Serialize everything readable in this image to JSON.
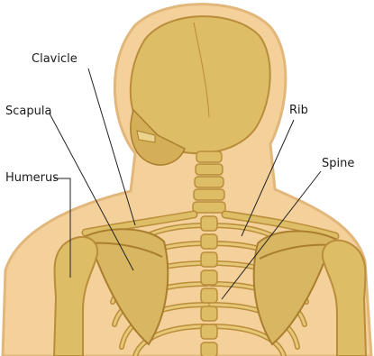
{
  "labels": {
    "clavicle": "Clavicle",
    "scapula": "Scapula",
    "humerus": "Humerus",
    "rib": "Rib",
    "spine": "Spine"
  },
  "colors": {
    "skin": "#f4d09a",
    "skin_outline": "#e2b77b",
    "bone": "#ddbd66",
    "bone_dark": "#b98d3a",
    "bone_light": "#ecd38b",
    "line": "#222222"
  }
}
